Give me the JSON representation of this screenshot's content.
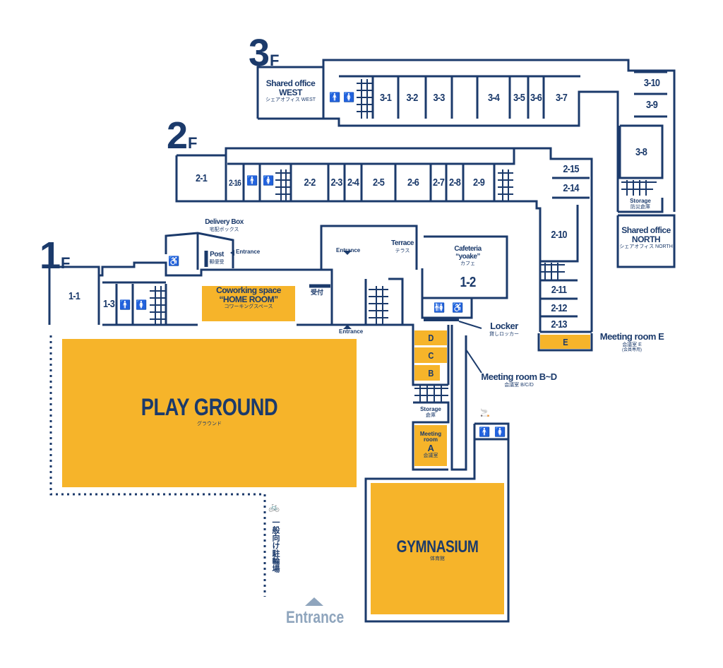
{
  "floors": {
    "f3": "3",
    "f2": "2",
    "f1": "1",
    "suffix": "F"
  },
  "rooms3": {
    "r31": "3-1",
    "r32": "3-2",
    "r33": "3-3",
    "r34": "3-4",
    "r35": "3-5",
    "r36": "3-6",
    "r37": "3-7",
    "r38": "3-8",
    "r39": "3-9",
    "r310": "3-10"
  },
  "west": {
    "en1": "Shared office",
    "en2": "WEST",
    "jp": "シェアオフィス WEST"
  },
  "north": {
    "en1": "Shared office",
    "en2": "NORTH",
    "jp": "シェアオフィス NORTH"
  },
  "storage3": {
    "en": "Storage",
    "jp": "防災倉庫"
  },
  "rooms2": {
    "r21": "2-1",
    "r216": "2-16",
    "r22": "2-2",
    "r23": "2-3",
    "r24": "2-4",
    "r25": "2-5",
    "r26": "2-6",
    "r27": "2-7",
    "r28": "2-8",
    "r29": "2-9",
    "r215": "2-15",
    "r214": "2-14",
    "r210": "2-10",
    "r211": "2-11",
    "r212": "2-12",
    "r213": "2-13"
  },
  "rooms1": {
    "r11": "1-1",
    "r13": "1-3",
    "r12": "1-2"
  },
  "delivery": {
    "en": "Delivery Box",
    "jp": "宅配ボックス"
  },
  "post": {
    "en": "Post",
    "jp": "郵便受"
  },
  "entrances": {
    "label": "Entrance"
  },
  "terrace": {
    "en": "Terrace",
    "jp": "テラス"
  },
  "cafeteria": {
    "en1": "Cafeteria",
    "en2": "“yoake”",
    "jp": "カフェ"
  },
  "coworking": {
    "en1": "Coworking space",
    "en2": "“HOME ROOM”",
    "jp": "コワーキングスペース"
  },
  "reception": "受付",
  "locker": {
    "en": "Locker",
    "jp": "貸しロッカー"
  },
  "meeting_bd": {
    "en": "Meeting room B~D",
    "jp": "会議室 B/C/D",
    "d": "D",
    "c": "C",
    "b": "B"
  },
  "meeting_e": {
    "en": "Meeting room E",
    "jp": "会議室 E",
    "note": "(会員専用)",
    "e": "E"
  },
  "meeting_a": {
    "en": "Meeting room",
    "a": "A",
    "jp": "会議室"
  },
  "storage1": {
    "en": "Storage",
    "jp": "倉庫"
  },
  "playground": {
    "en": "PLAY GROUND",
    "jp": "グラウンド"
  },
  "gym": {
    "en": "GYMNASIUM",
    "jp": "体育館"
  },
  "parking": "一般向け駐輪場",
  "main_entrance": "Entrance",
  "colors": {
    "navy": "#1b3a6b",
    "yellow": "#f6b42a",
    "entrance": "#8fa5bd"
  }
}
